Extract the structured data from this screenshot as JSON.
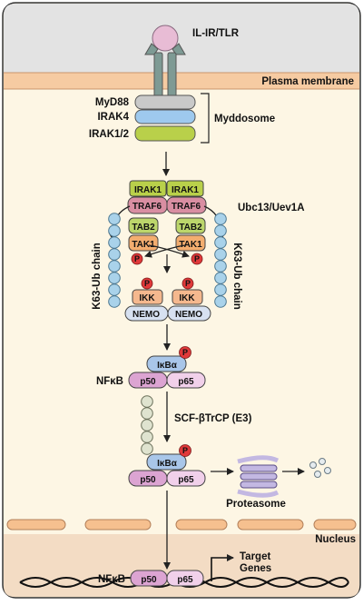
{
  "receptor_label": "IL-IR/TLR",
  "membrane_label": "Plasma membrane",
  "myddosome": {
    "proteins": [
      "MyD88",
      "IRAK4",
      "IRAK1/2"
    ],
    "complex_label": "Myddosome"
  },
  "complex": {
    "irak1": "IRAK1",
    "traf6": "TRAF6",
    "tab2": "TAB2",
    "tak1": "TAK1",
    "ikk": "IKK",
    "nemo": "NEMO",
    "e2_label": "Ubc13/Uev1A",
    "chain_label": "K63-Ub chain",
    "phospho": "P"
  },
  "nfkb_cytoplasm": {
    "nfkb_label": "NFκB",
    "ikba": "IκBα",
    "p50": "p50",
    "p65": "p65"
  },
  "e3_label": "SCF-βTrCP (E3)",
  "proteasome_label": "Proteasome",
  "nucleus_label": "Nucleus",
  "target_genes_label": "Target\nGenes",
  "colors": {
    "cytoplasm": "#fdf6e4",
    "membrane": "#f6cba2",
    "irak1": "#b9d04a",
    "traf6": "#d98ea2",
    "tab2": "#bcd66b",
    "tak1": "#f3ad6f",
    "ikk": "#f5b88e",
    "nemo": "#d7e1f1",
    "ubiquitin": "#a9d2ea",
    "ikba": "#a9c6e9",
    "nfkb": "#dca4d2",
    "phospho": "#e0393a",
    "proteasome": "#c3b8e2"
  }
}
